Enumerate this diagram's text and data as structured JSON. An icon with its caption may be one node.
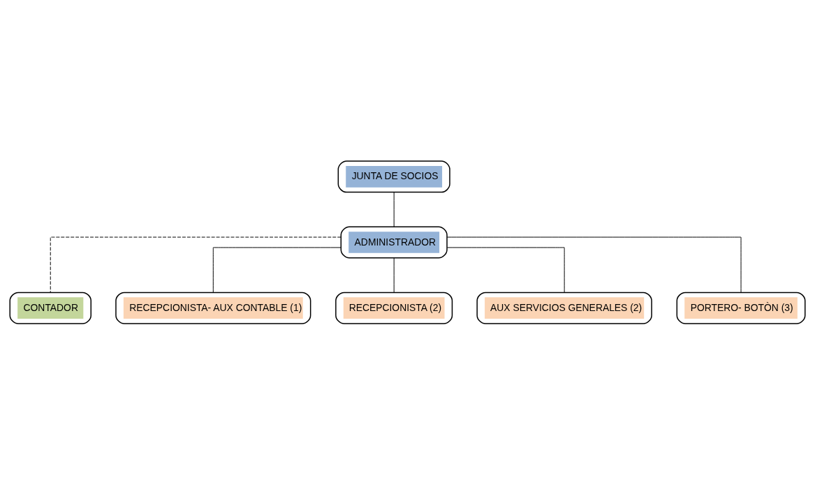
{
  "diagram": {
    "nodes": [
      {
        "text": [
          "JUNTA DE SOCIOS"
        ]
      },
      {
        "text": [
          "ADMINISTRADOR"
        ]
      },
      {
        "text": [
          "CONTADOR"
        ]
      },
      {
        "text": [
          "RECEPCIONISTA- AUX CONTABLE (1)"
        ]
      },
      {
        "text": [
          "RECEPCIONISTA (2)"
        ]
      },
      {
        "text": [
          "AUX SERVICIOS GENERALES (2)"
        ]
      },
      {
        "text": [
          "PORTERO- BOTÒN (3)"
        ]
      }
    ],
    "edges": [
      {
        "from": 0,
        "to": 1,
        "arrow": "none"
      },
      {
        "from": 1,
        "to": 2,
        "arrow": "none",
        "style": "dashed"
      },
      {
        "from": 1,
        "to": 3,
        "arrow": "none"
      },
      {
        "from": 1,
        "to": 4,
        "arrow": "none"
      },
      {
        "from": 1,
        "to": 5,
        "arrow": "none"
      },
      {
        "from": 1,
        "to": 6,
        "arrow": "none"
      }
    ]
  }
}
